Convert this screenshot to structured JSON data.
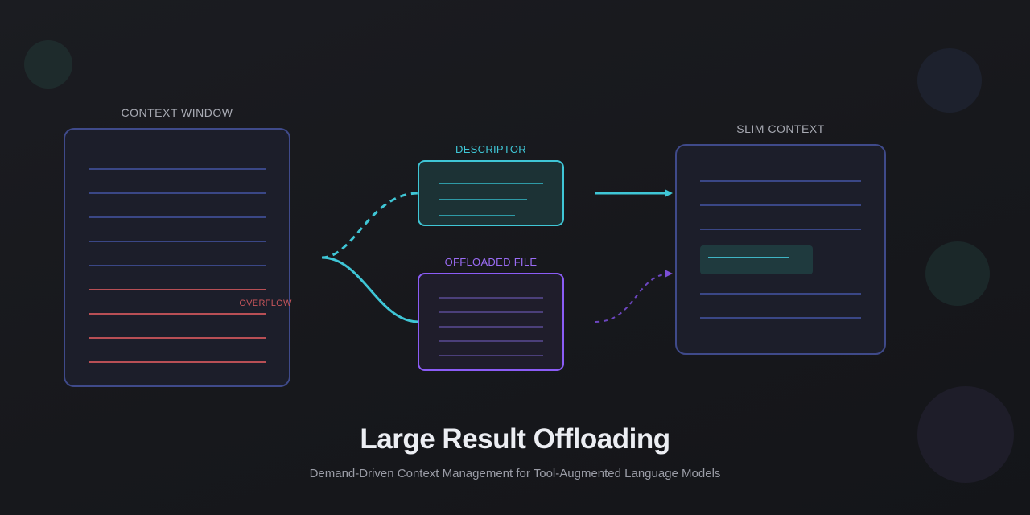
{
  "labels": {
    "context_window": "CONTEXT WINDOW",
    "overflow": "OVERFLOW",
    "descriptor": "DESCRIPTOR",
    "offloaded_file": "OFFLOADED FILE",
    "slim_context": "SLIM CONTEXT"
  },
  "title": "Large Result Offloading",
  "subtitle": "Demand-Driven Context Management for Tool-Augmented Language Models",
  "colors": {
    "background": "#17181c",
    "context_border": "#3f4a8a",
    "context_line": "#3a4786",
    "overflow": "#c7555b",
    "descriptor": "#3fc6d6",
    "offloaded": "#8b5cf6",
    "label_gray": "#9a9ca6"
  },
  "icons": []
}
